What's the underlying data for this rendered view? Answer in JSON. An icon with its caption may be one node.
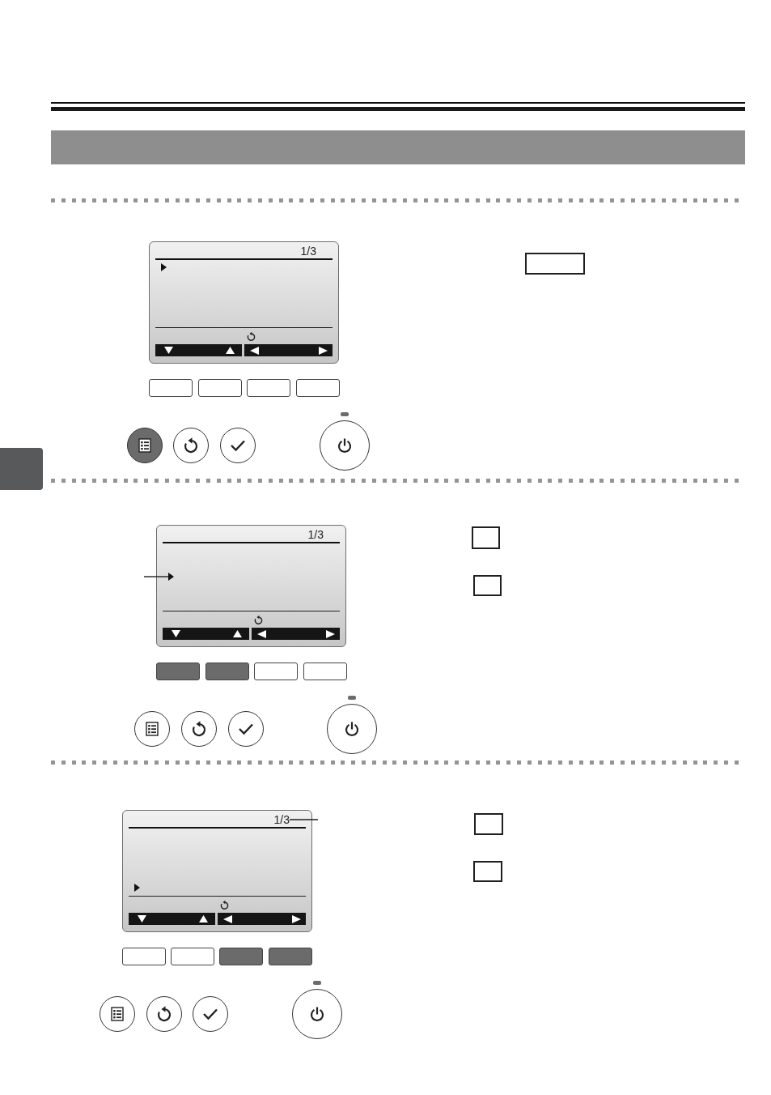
{
  "diagram": {
    "nodes": [
      {
        "text": [],
        "shape": "bar"
      },
      {
        "text": [
          "1/3"
        ]
      },
      {
        "text": [
          "1/3"
        ]
      },
      {
        "text": [],
        "shape": "triangle",
        "in": 2
      },
      {
        "text": [],
        "shape": "box"
      },
      {
        "text": [
          "1/3"
        ],
        "in": 4
      }
    ],
    "edges": [
      {
        "from": null,
        "to": 3,
        "arrow": "none"
      },
      {
        "from": 5,
        "to": null,
        "arrow": "none"
      }
    ]
  }
}
